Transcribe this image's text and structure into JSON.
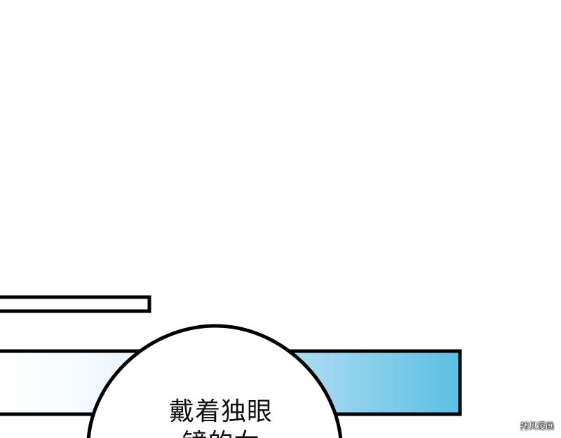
{
  "dialogue": {
    "line_1": "戴着独眼",
    "line_2": "镜的女"
  },
  "watermark": {
    "text": "拷贝漫画"
  },
  "colors": {
    "background": "#ffffff",
    "outline": "#000000",
    "panel_gradient_start": "#ffffff",
    "panel_gradient_end": "#5bbfe3",
    "text": "#111111"
  }
}
